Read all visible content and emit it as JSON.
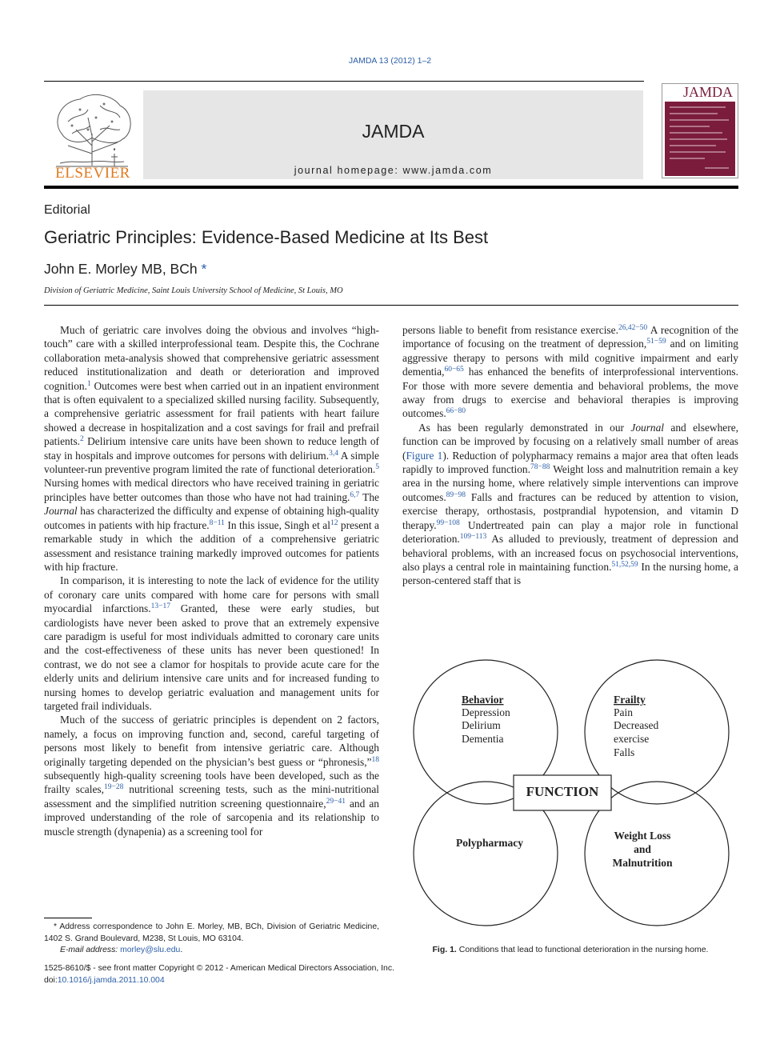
{
  "header": {
    "running_head": "JAMDA 13 (2012) 1–2",
    "publisher": "ELSEVIER",
    "journal_title": "JAMDA",
    "homepage": "journal homepage: www.jamda.com",
    "cover_title": "JAMDA"
  },
  "article": {
    "section": "Editorial",
    "title": "Geriatric Principles: Evidence-Based Medicine at Its Best",
    "author": "John E. Morley MB, BCh",
    "author_mark": "*",
    "affiliation": "Division of Geriatric Medicine, Saint Louis University School of Medicine, St Louis, MO"
  },
  "body_left": {
    "p1": [
      "Much of geriatric care involves doing the obvious and involves “high-touch” care with a skilled interprofessional team. Despite this, the Cochrane collaboration meta-analysis showed that comprehensive geriatric assessment reduced institutionalization and death or deterioration and improved cognition.",
      "1",
      " Outcomes were best when carried out in an inpatient environment that is often equivalent to a specialized skilled nursing facility. Subsequently, a comprehensive geriatric assessment for frail patients with heart failure showed a decrease in hospitalization and a cost savings for frail and prefrail patients.",
      "2",
      " Delirium intensive care units have been shown to reduce length of stay in hospitals and improve outcomes for persons with delirium.",
      "3,4",
      " A simple volunteer-run preventive program limited the rate of functional deterioration.",
      "5",
      " Nursing homes with medical directors who have received training in geriatric principles have better outcomes than those who have not had training.",
      "6,7",
      " The ",
      "Journal",
      " has characterized the difficulty and expense of obtaining high-quality outcomes in patients with hip fracture.",
      "8−11",
      " In this issue, Singh et al",
      "12",
      " present a remarkable study in which the addition of a comprehensive geriatric assessment and resistance training markedly improved outcomes for patients with hip fracture."
    ],
    "p2": [
      "In comparison, it is interesting to note the lack of evidence for the utility of coronary care units compared with home care for persons with small myocardial infarctions.",
      "13−17",
      " Granted, these were early studies, but cardiologists have never been asked to prove that an extremely expensive care paradigm is useful for most individuals admitted to coronary care units and the cost-effectiveness of these units has never been questioned! In contrast, we do not see a clamor for hospitals to provide acute care for the elderly units and delirium intensive care units and for increased funding to nursing homes to develop geriatric evaluation and management units for targeted frail individuals."
    ],
    "p3": [
      "Much of the success of geriatric principles is dependent on 2 factors, namely, a focus on improving function and, second, careful targeting of persons most likely to benefit from intensive geriatric care. Although originally targeting depended on the physician’s best guess or “phronesis,”",
      "18",
      " subsequently high-quality screening tools have been developed, such as the frailty scales,",
      "19−28",
      " nutritional screening tests, such as the mini-nutritional assessment and the simplified nutrition screening questionnaire,",
      "29−41",
      " and an improved understanding of the role of sarcopenia and its relationship to muscle strength (dynapenia) as a screening tool for"
    ]
  },
  "body_right": {
    "p1": [
      "persons liable to benefit from resistance exercise.",
      "26,42−50",
      " A recognition of the importance of focusing on the treatment of depression,",
      "51−59",
      " and on limiting aggressive therapy to persons with mild cognitive impairment and early dementia,",
      "60−65",
      " has enhanced the benefits of interprofessional interventions. For those with more severe dementia and behavioral problems, the move away from drugs to exercise and behavioral therapies is improving outcomes.",
      "66−80"
    ],
    "p2": [
      "As has been regularly demonstrated in our ",
      "Journal",
      " and elsewhere, function can be improved by focusing on a relatively small number of areas (",
      "Figure 1",
      "). Reduction of polypharmacy remains a major area that often leads rapidly to improved function.",
      "78−88",
      " Weight loss and malnutrition remain a key area in the nursing home, where relatively simple interventions can improve outcomes.",
      "89−98",
      " Falls and fractures can be reduced by attention to vision, exercise therapy, orthostasis, postprandial hypotension, and vitamin D therapy.",
      "99−108",
      " Undertreated pain can play a major role in functional deterioration.",
      "109−113",
      " As alluded to previously, treatment of depression and behavioral problems, with an increased focus on psychosocial interventions, also plays a central role in maintaining function.",
      "51,52,59",
      " In the nursing home, a person-centered staff that is"
    ]
  },
  "figure": {
    "center_label": "FUNCTION",
    "behavior": {
      "heading": "Behavior",
      "items": [
        "Depression",
        "Delirium",
        "Dementia"
      ]
    },
    "frailty": {
      "heading": "Frailty",
      "items": [
        "Pain",
        "Decreased",
        "exercise",
        "Falls"
      ]
    },
    "polypharmacy": "Polypharmacy",
    "weight_loss": [
      "Weight Loss",
      "and",
      "Malnutrition"
    ],
    "caption_label": "Fig. 1.",
    "caption_text": "Conditions that lead to functional deterioration in the nursing home."
  },
  "footnote": {
    "mark": "*",
    "address": "Address correspondence to John E. Morley, MB, BCh, Division of Geriatric Medicine, 1402 S. Grand Boulevard, M238, St Louis, MO 63104.",
    "email_label": "E-mail address:",
    "email": "morley@slu.edu",
    "email_end": "."
  },
  "footer": {
    "issn": "1525-8610/$ - see front matter Copyright © 2012 - American Medical Directors Association, Inc.",
    "doi_label": "doi:",
    "doi": "10.1016/j.jamda.2011.10.004"
  },
  "colors": {
    "link": "#2b5ea8",
    "elsevier_orange": "#e07a1f",
    "cover_maroon": "#7b1c3c"
  }
}
